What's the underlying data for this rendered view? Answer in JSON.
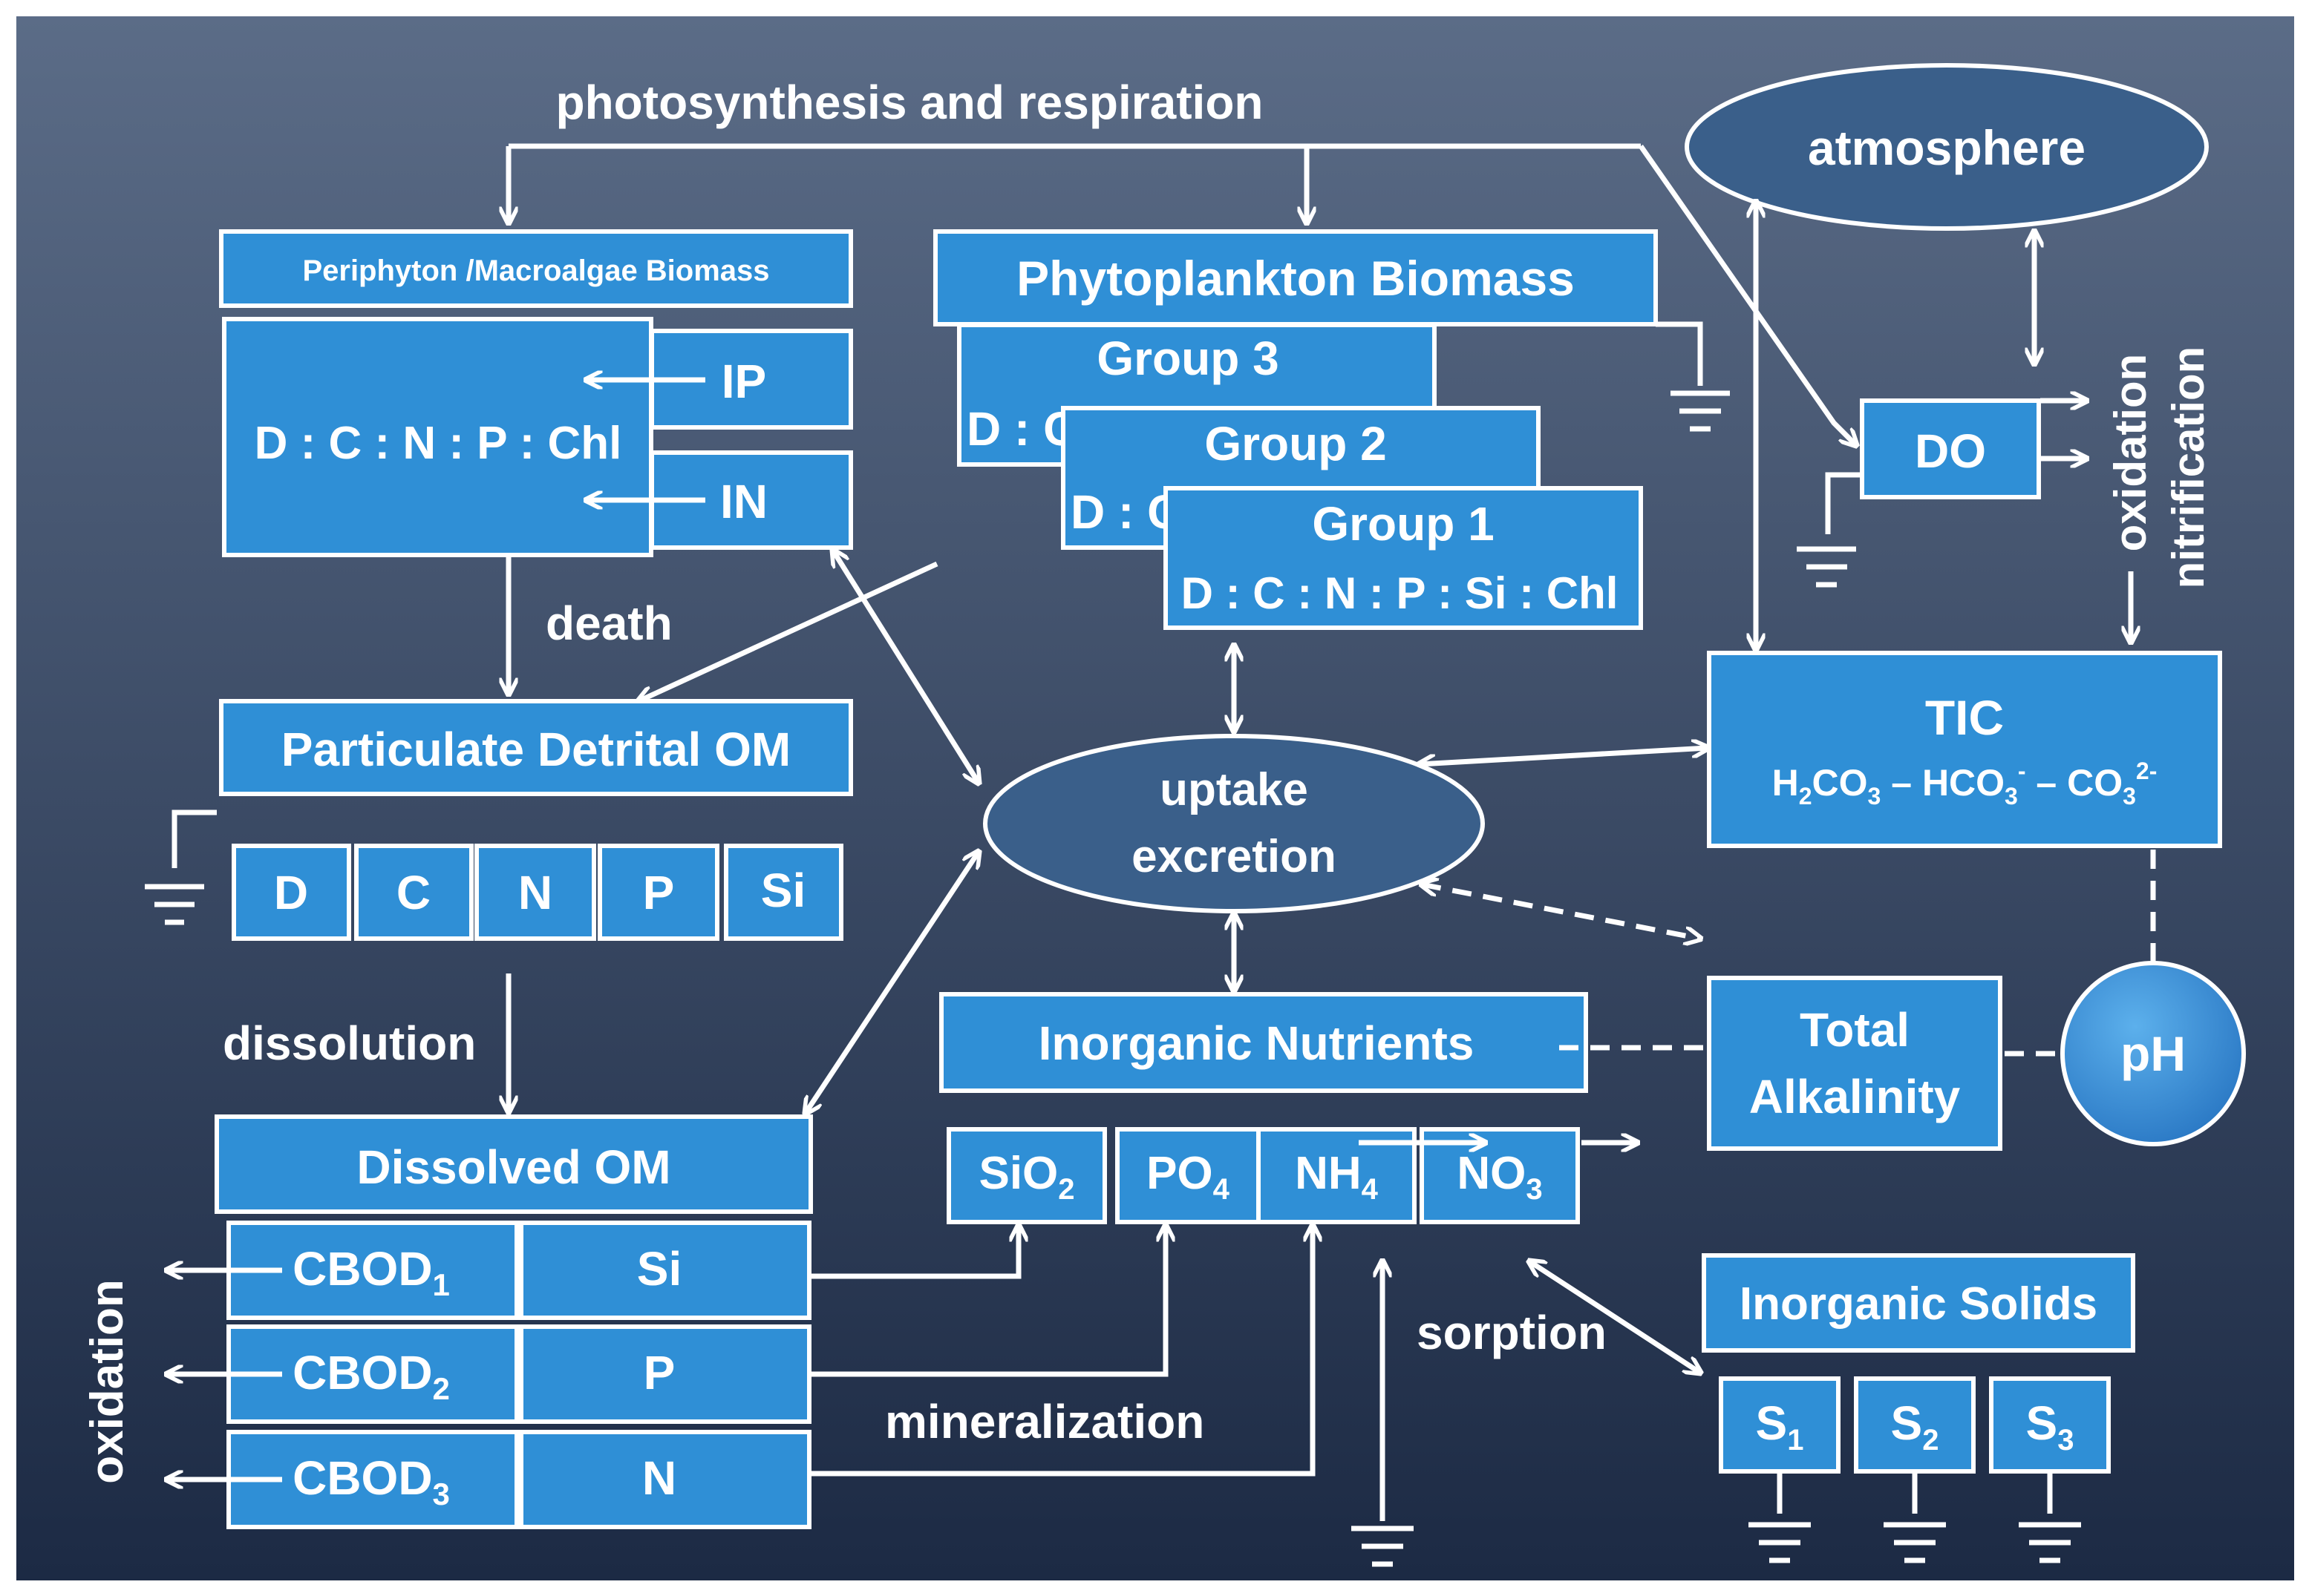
{
  "labels": {
    "photosynthesis": "photosynthesis and respiration",
    "atmosphere": "atmosphere",
    "periphyton": "Periphyton /Macroalgae Biomass",
    "ip": "IP",
    "in": "IN",
    "dcnpchl": "D : C : N : P : Chl",
    "phytoplankton": "Phytoplankton Biomass",
    "group3": "Group 3",
    "group2": "Group 2",
    "group1": "Group 1",
    "group_frag3": "D : C",
    "group_frag2": "D : C",
    "group1_ratio": "D : C : N : P : Si : Chl",
    "do": "DO",
    "oxidation_right": "oxidation",
    "nitrification": "nitrification",
    "death": "death",
    "pdom": "Particulate Detrital OM",
    "pd_d": "D",
    "pd_c": "C",
    "pd_n": "N",
    "pd_p": "P",
    "pd_si": "Si",
    "uptake": "uptake",
    "excretion": "excretion",
    "tic": "TIC",
    "dissolution": "dissolution",
    "inorganic_nutrients": "Inorganic Nutrients",
    "total": "Total",
    "alkalinity": "Alkalinity",
    "ph": "pH",
    "dissolved_om": "Dissolved OM",
    "cbod": "CBOD",
    "si": "Si",
    "p": "P",
    "n": "N",
    "sio": "SiO",
    "po": "PO",
    "nh": "NH",
    "no": "NO",
    "sorption": "sorption",
    "mineralization": "mineralization",
    "inorganic_solids": "Inorganic Solids",
    "s": "S",
    "oxidation_left": "oxidation"
  },
  "subscripts": {
    "one": "1",
    "two": "2",
    "three": "3",
    "four": "4"
  },
  "tic_formula": {
    "h": "H",
    "co": "CO",
    "sep": " – ",
    "hco": "HCO",
    "minus": "-",
    "two_minus": "2-"
  },
  "colors": {
    "background_top": "#5b6c87",
    "background_bottom": "#1c2a44",
    "box_fill": "#2f8fd6",
    "ellipse_fill": "#3a5f8a",
    "ph_fill": "#3a8fd8",
    "stroke": "#ffffff"
  }
}
